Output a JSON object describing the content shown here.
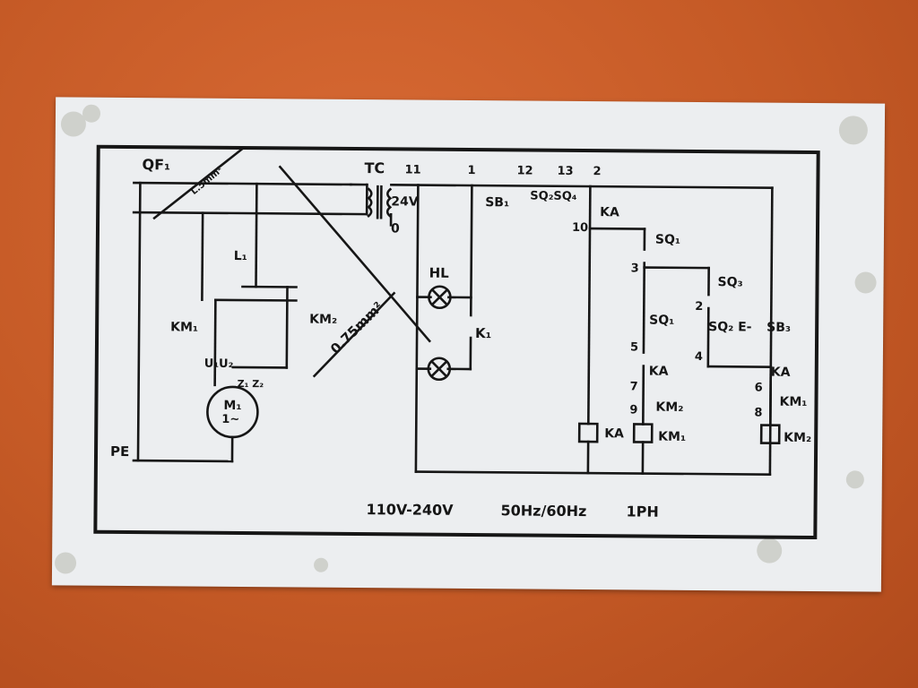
{
  "diagram": {
    "breaker": "QF₁",
    "wire_rating_small": "L.5mm²",
    "transformer": "TC",
    "transformer_out": "24V",
    "node_0": "0",
    "node_11": "11",
    "node_1": "1",
    "node_12": "12",
    "node_13": "13",
    "node_2": "2",
    "sb1": "SB₁",
    "sq2sq4": "SQ₂SQ₄",
    "ka_top": "KA",
    "node_10": "10",
    "sq1_top": "SQ₁",
    "node_3": "3",
    "sq3": "SQ₃",
    "node_2b": "2",
    "sq1_mid": "SQ₁",
    "sq2_e_sb3": "SQ₂ E-",
    "sb3": "SB₃",
    "node_5": "5",
    "node_4": "4",
    "ka_mid": "KA",
    "ka_right": "KA",
    "node_7": "7",
    "node_6": "6",
    "node_9": "9",
    "km2_mid": "KM₂",
    "km1_right": "KM₁",
    "node_8": "8",
    "coil_ka": "KA",
    "coil_km1": "KM₁",
    "coil_km2": "KM₂",
    "lamp": "HL",
    "relay_k1": "K₁",
    "wire_rating_large": "0.75mm²",
    "l1": "L₁",
    "km1_left": "KM₁",
    "km2_left": "KM₂",
    "u1u2": "U₁U₂",
    "z1z2": "Z₁ Z₂",
    "motor": "M₁",
    "motor_phase": "1~",
    "pe": "PE",
    "voltage": "110V-240V",
    "frequency": "50Hz/60Hz",
    "phase": "1PH"
  }
}
